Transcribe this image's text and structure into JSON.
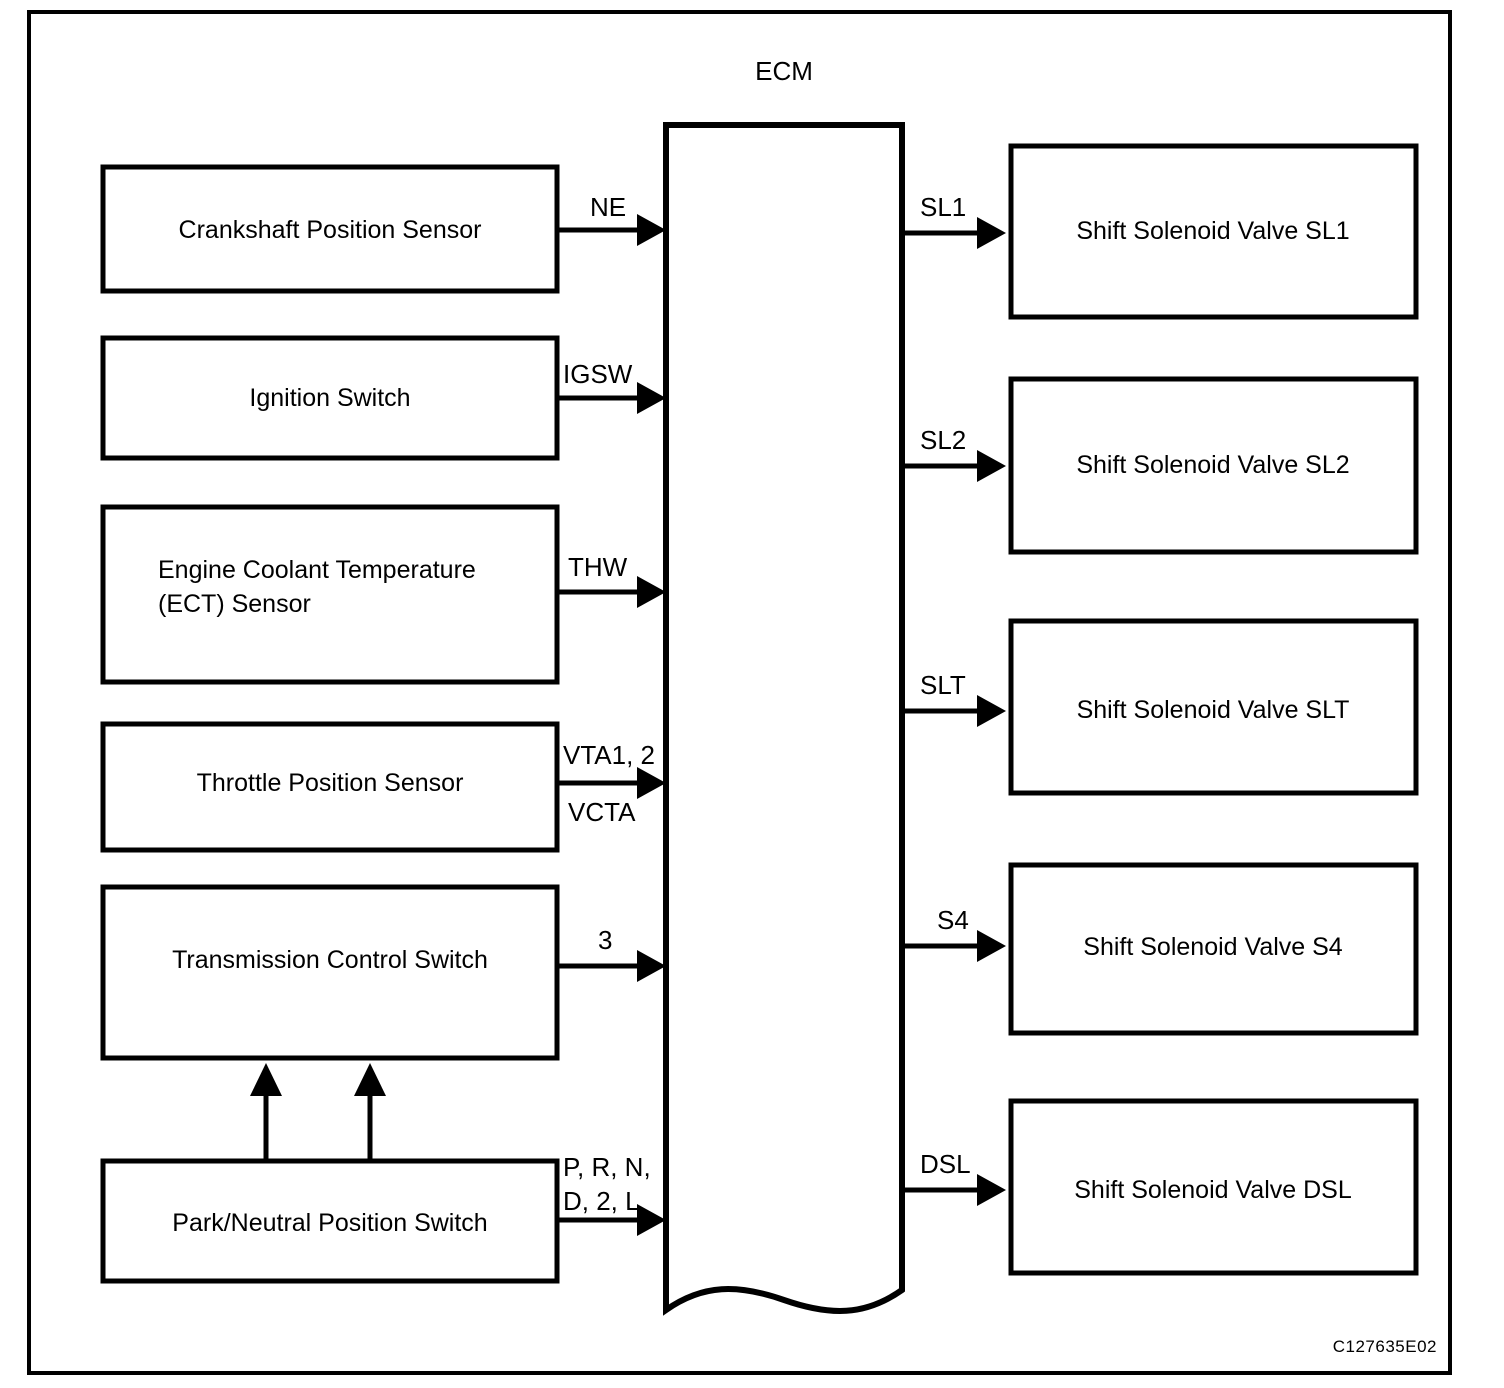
{
  "figure": {
    "code": "C127635E02",
    "ecm_title": "ECM"
  },
  "inputs": [
    {
      "label": "Crankshaft Position Sensor",
      "signal": "NE",
      "signal2": ""
    },
    {
      "label": "Ignition Switch",
      "signal": "IGSW",
      "signal2": ""
    },
    {
      "label": "Engine Coolant Temperature",
      "label2": "(ECT) Sensor",
      "signal": "THW",
      "signal2": ""
    },
    {
      "label": "Throttle Position Sensor",
      "signal": "VTA1, 2",
      "signal2": "VCTA"
    },
    {
      "label": "Transmission Control Switch",
      "signal": "3",
      "signal2": ""
    },
    {
      "label": "Park/Neutral Position Switch",
      "signal": "P, R, N,",
      "signal2": "D, 2, L"
    }
  ],
  "outputs": [
    {
      "label": "Shift Solenoid Valve SL1",
      "signal": "SL1"
    },
    {
      "label": "Shift Solenoid Valve SL2",
      "signal": "SL2"
    },
    {
      "label": "Shift Solenoid Valve SLT",
      "signal": "SLT"
    },
    {
      "label": "Shift Solenoid Valve S4",
      "signal": "S4"
    },
    {
      "label": "Shift Solenoid Valve DSL",
      "signal": "DSL"
    }
  ],
  "colors": {
    "stroke": "#000000",
    "background": "#ffffff"
  }
}
